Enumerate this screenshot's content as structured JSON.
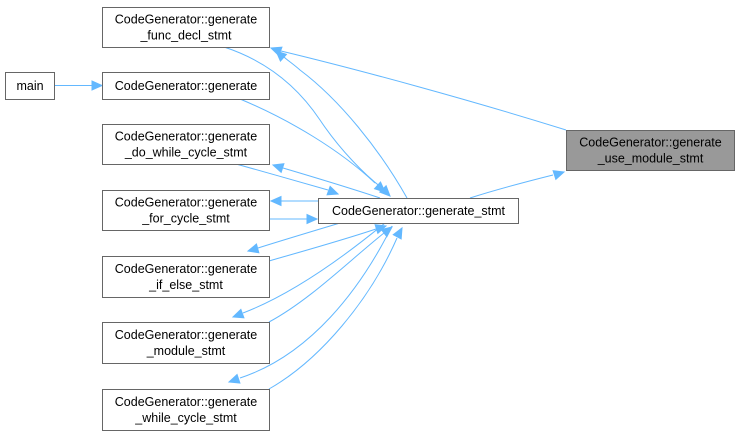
{
  "diagram": {
    "type": "call-graph",
    "colors": {
      "edge": "#63b8ff",
      "node_border": "#666666",
      "node_fill": "#ffffff",
      "focus_node_fill": "#999999"
    },
    "nodes": [
      {
        "id": "main",
        "lines": [
          "main"
        ],
        "focus": false
      },
      {
        "id": "func_decl",
        "lines": [
          "CodeGenerator::generate",
          "_func_decl_stmt"
        ],
        "focus": false
      },
      {
        "id": "generate",
        "lines": [
          "CodeGenerator::generate"
        ],
        "focus": false
      },
      {
        "id": "do_while",
        "lines": [
          "CodeGenerator::generate",
          "_do_while_cycle_stmt"
        ],
        "focus": false
      },
      {
        "id": "for_cycle",
        "lines": [
          "CodeGenerator::generate",
          "_for_cycle_stmt"
        ],
        "focus": false
      },
      {
        "id": "if_else",
        "lines": [
          "CodeGenerator::generate",
          "_if_else_stmt"
        ],
        "focus": false
      },
      {
        "id": "module",
        "lines": [
          "CodeGenerator::generate",
          "_module_stmt"
        ],
        "focus": false
      },
      {
        "id": "while_cycle",
        "lines": [
          "CodeGenerator::generate",
          "_while_cycle_stmt"
        ],
        "focus": false
      },
      {
        "id": "gen_stmt",
        "lines": [
          "CodeGenerator::generate_stmt"
        ],
        "focus": false
      },
      {
        "id": "use_module",
        "lines": [
          "CodeGenerator::generate",
          "_use_module_stmt"
        ],
        "focus": true
      }
    ],
    "edges": [
      {
        "from": "main",
        "to": "generate"
      },
      {
        "from": "use_module",
        "to": "func_decl"
      },
      {
        "from": "gen_stmt",
        "to": "use_module"
      },
      {
        "from": "func_decl",
        "to": "gen_stmt"
      },
      {
        "from": "gen_stmt",
        "to": "func_decl"
      },
      {
        "from": "generate",
        "to": "gen_stmt"
      },
      {
        "from": "do_while",
        "to": "gen_stmt"
      },
      {
        "from": "gen_stmt",
        "to": "do_while"
      },
      {
        "from": "for_cycle",
        "to": "gen_stmt"
      },
      {
        "from": "gen_stmt",
        "to": "for_cycle"
      },
      {
        "from": "if_else",
        "to": "gen_stmt"
      },
      {
        "from": "gen_stmt",
        "to": "if_else"
      },
      {
        "from": "module",
        "to": "gen_stmt"
      },
      {
        "from": "gen_stmt",
        "to": "module"
      },
      {
        "from": "while_cycle",
        "to": "gen_stmt"
      },
      {
        "from": "gen_stmt",
        "to": "while_cycle"
      }
    ]
  }
}
